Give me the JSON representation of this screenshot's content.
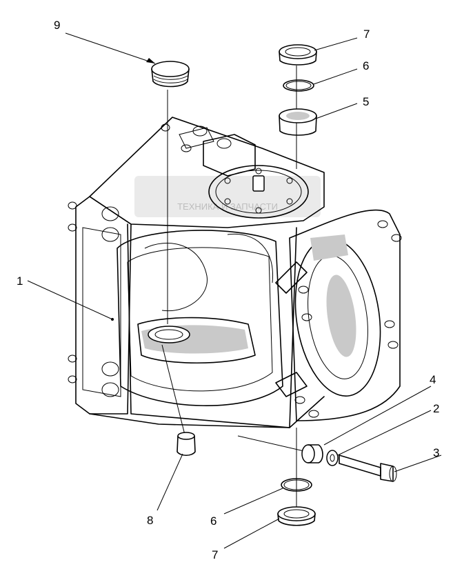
{
  "watermark": {
    "text": "ТЕХНИКА И ЗАПЧАСТИ"
  },
  "callouts": [
    {
      "id": "c9",
      "label": "9"
    },
    {
      "id": "c7a",
      "label": "7"
    },
    {
      "id": "c6a",
      "label": "6"
    },
    {
      "id": "c5",
      "label": "5"
    },
    {
      "id": "c1",
      "label": "1"
    },
    {
      "id": "c4",
      "label": "4"
    },
    {
      "id": "c2",
      "label": "2"
    },
    {
      "id": "c3",
      "label": "3"
    },
    {
      "id": "c8",
      "label": "8"
    },
    {
      "id": "c6b",
      "label": "6"
    },
    {
      "id": "c7b",
      "label": "7"
    }
  ]
}
